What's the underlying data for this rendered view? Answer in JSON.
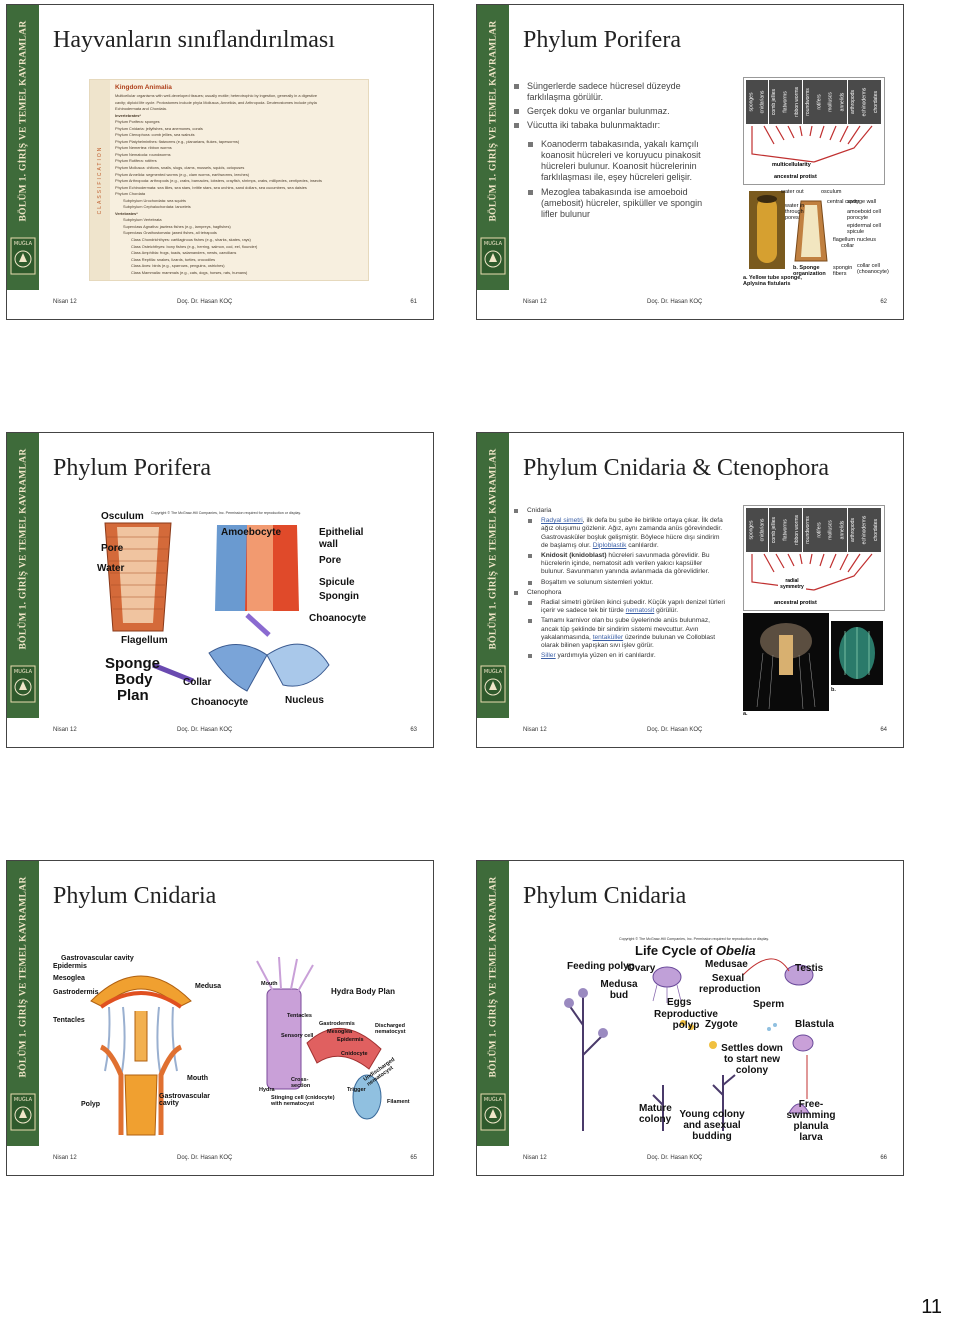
{
  "sidebar_text": "BÖLÜM 1. GİRİŞ VE TEMEL KAVRAMLAR",
  "logo_text": "MUĞLA",
  "footer": {
    "date": "Nisan 12",
    "author": "Doç. Dr. Hasan KOÇ"
  },
  "page_number": "11",
  "slides": {
    "s61": {
      "title": "Hayvanların sınıflandırılması",
      "num": "61",
      "side_label": "CLASSIFICATION",
      "box_title": "Kingdom Animalia",
      "box_lines": [
        "Multicellular organisms with well-developed tissues; usually motile; heterotrophic by ingestion, generally in a digestive",
        "cavity; diploid life cycle. Protostomes include phyla Mollusca, Annelida, and Arthropoda. Deuterostomes include phyla",
        "Echinodermata and Chordata.",
        "Invertebrates*",
        "Phylum Porifera: sponges",
        "Phylum Cnidaria: jellyfishes, sea anemones, corals",
        "Phylum Ctenophora: comb jellies, sea walnuts",
        "Phylum Platyhelminthes: flatworms (e.g., planarians, flukes, tapeworms)",
        "Phylum Nemertea: ribbon worms",
        "Phylum Nematoda: roundworms",
        "Phylum Rotifera: rotifers",
        "Phylum Mollusca: chitons, snails, slugs, clams, mussels, squids, octopuses",
        "Phylum Annelida: segmented worms (e.g., clam worms, earthworms, leeches)",
        "Phylum Arthropoda: arthropods (e.g., crabs, barnacles, lobsters, crayfish, shrimps, crabs, millipedes, centipedes, insects",
        "Phylum Echinodermata: sea lilies, sea stars, brittle stars, sea urchins, sand dollars, sea cucumbers, sea daisies",
        "Phylum Chordata",
        "Subphylum Urochordata: sea squirts",
        "Subphylum Cephalochordata: lancelets",
        "Vertebrates*",
        "Subphylum Vertebrata",
        "Superclass Agnatha: jawless fishes (e.g., lampreys, hagfishes)",
        "Superclass Gnathostomata: jawed fishes, all tetrapods",
        "Class Chondrichthyes: cartilaginous fishes (e.g., sharks, skates, rays)",
        "Class Osteichthyes: bony fishes (e.g., herring, salmon, cod, eel, flounder)",
        "Class Amphibia: frogs, toads, salamanders, newts, caecilians",
        "Class Reptilia: snakes, lizards, turtles, crocodiles",
        "Class Aves: birds (e.g., sparrows, penguins, ostriches)",
        "Class Mammalia: mammals (e.g., cats, dogs, horses, rats, humans)"
      ]
    },
    "s62": {
      "title": "Phylum Porifera",
      "num": "62",
      "bullets": [
        "Süngerlerde sadece hücresel düzeyde farklılaşma görülür.",
        "Gerçek doku ve organlar bulunmaz.",
        "Vücutta iki tabaka bulunmaktadır:"
      ],
      "subs": [
        "Koanoderm tabakasında, yakalı kamçılı koanosit hücreleri ve koruyucu pinakosit hücreleri bulunur. Koanosit hücrelerinin farklılaşması ile, eşey hücreleri gelişir.",
        "Mezoglea tabakasında ise amoeboid (amebosit) hücreler, spiküller ve spongin lifler bulunur"
      ],
      "tree_cols": [
        "sponges",
        "cnidarians",
        "comb jellies",
        "flatworms",
        "ribbon worms",
        "roundworms",
        "rotifers",
        "molluscs",
        "annelids",
        "arthropods",
        "echinoderms",
        "chordates"
      ],
      "tree_labels": {
        "multicellularity": "multicellularity",
        "ancestor": "ancestral protist"
      },
      "fig_labels": {
        "osculum": "osculum",
        "central_cavity": "central cavity",
        "sponge_wall": "sponge wall",
        "water_out": "water out",
        "water_in": "water in through pores",
        "amoeboid": "amoeboid cell",
        "porocyte": "porocyte",
        "epidermal": "epidermal cell",
        "spicule": "spicule",
        "flagellum": "flagellum",
        "nucleus": "nucleus",
        "collar": "collar",
        "spongin": "spongin fibers",
        "collar_cell": "collar cell (choanocyte)",
        "a": "a. Yellow tube sponge, Aplysina fistularis",
        "b": "b. Sponge organization"
      }
    },
    "s63": {
      "title": "Phylum Porifera",
      "num": "63",
      "copyright": "Copyright © The McGraw-Hill Companies, Inc. Permission required for reproduction or display.",
      "labels": {
        "osculum": "Osculum",
        "pore": "Pore",
        "water": "Water",
        "flagellum": "Flagellum",
        "sponge": "Sponge",
        "body": "Body",
        "plan": "Plan",
        "amoebocyte": "Amoebocyte",
        "epithelial": "Epithelial",
        "wall": "wall",
        "pore2": "Pore",
        "spicule": "Spicule",
        "spongin": "Spongin",
        "choanocyte": "Choanocyte",
        "collar": "Collar",
        "choanocyte2": "Choanocyte",
        "nucleus": "Nucleus"
      }
    },
    "s64": {
      "title": "Phylum Cnidaria & Ctenophora",
      "num": "64",
      "cnidaria_head": "Cnidaria",
      "cnidaria_items": [
        {
          "pre": "",
          "link": "Radyal simetri",
          "post": ", ilk defa bu şube ile birlikte ortaya çıkar. İlk defa ağız oluşumu gözlenir. Ağız, aynı zamanda anüs görevindedir. Gastrovasküler boşluk gelişmiştir. Böylece hücre dışı sindirim de başlamış olur. "
        },
        {
          "pre": "Knidosit (knidoblast)",
          "link": "",
          "post": " hücreleri savunmada görevlidir. Bu hücrelerin içinde, nematosit adlı verilen yakıcı kapsüller bulunur. Savunmanın yanında avlanmada da görevlidirler."
        },
        {
          "pre": "",
          "link": "",
          "post": "Boşaltım ve solunum sistemleri yoktur."
        }
      ],
      "diplo_link": "Diploblastik",
      "diplo_post": " canlılardır.",
      "cteno_head": "Ctenophora",
      "cteno_items": [
        {
          "pre": "Radial simetri görülen ikinci şubedir. Küçük yapılı denizel türleri içerir ve sadece tek bir türde ",
          "link": "nematosit",
          "post": " görülür."
        },
        {
          "pre": "Tamamı karnivor olan bu şube üyelerinde anüs bulunmaz, ancak tüp şeklinde bir sindirim sistemi mevcuttur. Avın yakalanmasında, ",
          "link": "tentaküller",
          "post": " üzerinde bulunan ve Colloblast olarak bilinen yapışkan sıvı işlev görür."
        },
        {
          "pre": "",
          "link": "Siller",
          "post": " yardımıyla yüzen en iri canlılardır."
        }
      ],
      "tree_labels": {
        "radial": "radial symmetry",
        "ancestor": "ancestral protist"
      },
      "photo_a": "a.",
      "photo_b": "b."
    },
    "s65": {
      "title": "Phylum Cnidaria",
      "num": "65",
      "labels": {
        "gastro_cavity": "Gastrovascular cavity",
        "epidermis": "Epidermis",
        "mesoglea": "Mesoglea",
        "gastrodermis": "Gastrodermis",
        "tentacles": "Tentacles",
        "medusa": "Medusa",
        "mouth": "Mouth",
        "polyp": "Polyp",
        "gastro_cavity2": "Gastrovascular cavity",
        "mouth2": "Mouth",
        "hydra_plan": "Hydra Body Plan",
        "tentacles2": "Tentacles",
        "gastrodermis2": "Gastrodermis",
        "mesoglea2": "Mesoglea",
        "epidermis2": "Epidermis",
        "sensory": "Sensory cell",
        "discharged": "Discharged nematocyst",
        "cnidocyte": "Cnidocyte",
        "hydra": "Hydra",
        "cross": "Cross-section",
        "stinging": "Stinging cell (cnidocyte) with nematocyst",
        "trigger": "Trigger",
        "undischarged": "Undischarged nematocyst",
        "filament": "Filament"
      }
    },
    "s66": {
      "title": "Phylum Cnidaria",
      "num": "66",
      "copyright": "Copyright © The McGraw-Hill Companies, Inc. Permission required for reproduction or display.",
      "life_title": "Life Cycle of ",
      "life_title_italic": "Obelia",
      "labels": {
        "feeding": "Feeding polyp",
        "ovary": "Ovary",
        "medusa_bud": "Medusa bud",
        "medusae": "Medusae",
        "sexual": "Sexual reproduction",
        "testis": "Testis",
        "eggs": "Eggs",
        "sperm": "Sperm",
        "reproductive": "Reproductive polyp",
        "zygote": "Zygote",
        "blastula": "Blastula",
        "settles": "Settles down to start new colony",
        "mature": "Mature colony",
        "young": "Young colony and asexual budding",
        "free": "Free-swimming planula larva"
      }
    }
  }
}
